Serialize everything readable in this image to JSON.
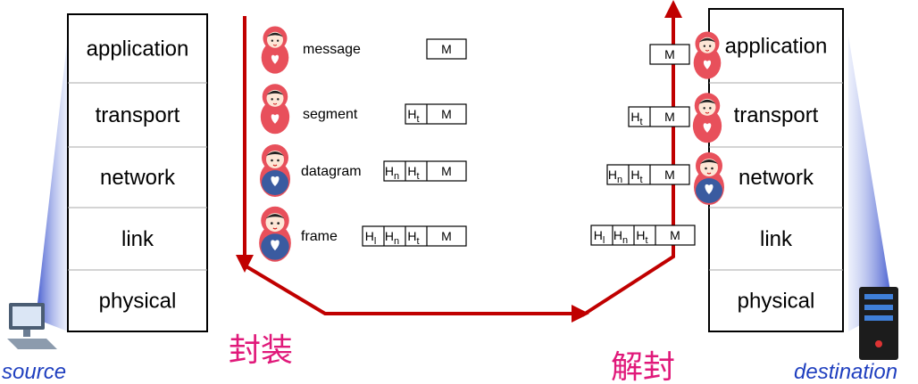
{
  "source_stack": {
    "layers": [
      "application",
      "transport",
      "network",
      "link",
      "physical"
    ],
    "caption": "source"
  },
  "destination_stack": {
    "layers": [
      "application",
      "transport",
      "network",
      "link",
      "physical"
    ],
    "caption": "destination"
  },
  "encapsulation": {
    "label": "封装",
    "rows": [
      {
        "name": "message",
        "cells": [
          {
            "t": "M"
          }
        ]
      },
      {
        "name": "segment",
        "cells": [
          {
            "t": "H",
            "s": "t"
          },
          {
            "t": "M"
          }
        ]
      },
      {
        "name": "datagram",
        "cells": [
          {
            "t": "H",
            "s": "n"
          },
          {
            "t": "H",
            "s": "t"
          },
          {
            "t": "M"
          }
        ]
      },
      {
        "name": "frame",
        "cells": [
          {
            "t": "H",
            "s": "l"
          },
          {
            "t": "H",
            "s": "n"
          },
          {
            "t": "H",
            "s": "t"
          },
          {
            "t": "M"
          }
        ]
      }
    ]
  },
  "decapsulation": {
    "label": "解封",
    "rows": [
      {
        "cells": [
          {
            "t": "M"
          }
        ]
      },
      {
        "cells": [
          {
            "t": "H",
            "s": "t"
          },
          {
            "t": "M"
          }
        ]
      },
      {
        "cells": [
          {
            "t": "H",
            "s": "n"
          },
          {
            "t": "H",
            "s": "t"
          },
          {
            "t": "M"
          }
        ]
      },
      {
        "cells": [
          {
            "t": "H",
            "s": "l"
          },
          {
            "t": "H",
            "s": "n"
          },
          {
            "t": "H",
            "s": "t"
          },
          {
            "t": "M"
          }
        ]
      }
    ]
  },
  "colors": {
    "arrow": "#c00000",
    "doll": "#e8505b",
    "doll_blue": "#3a5ba0",
    "handwriting": "#e0197a",
    "caption": "#1f3fbf"
  }
}
